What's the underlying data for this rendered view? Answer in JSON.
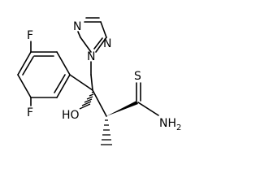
{
  "molecule": {
    "atoms": {
      "f_top": "F",
      "f_bottom": "F",
      "n_triazole_1": "N",
      "n_triazole_2": "N",
      "n_triazole_3": "N",
      "hydroxyl": "HO",
      "thio_sulfur": "S",
      "amide_nh2": "NH",
      "amide_nh2_subscript": "2"
    },
    "colors": {
      "bond": "#000000",
      "background": "#ffffff"
    }
  }
}
